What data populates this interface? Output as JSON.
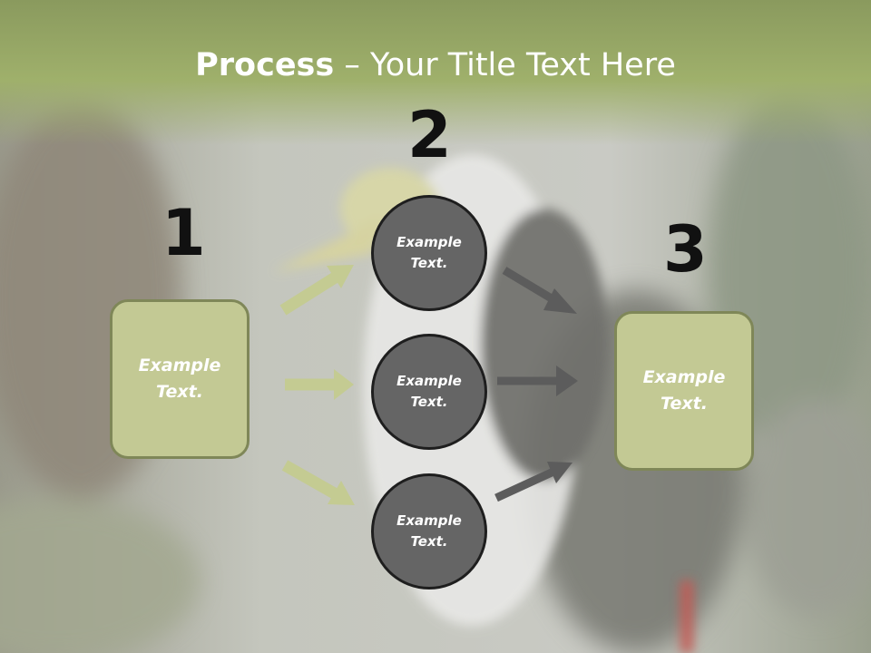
{
  "title": {
    "bold": "Process",
    "rest": " – Your Title Text Here"
  },
  "steps": [
    {
      "number": "1",
      "text": "Example\nText."
    },
    {
      "number": "2"
    },
    {
      "number": "3",
      "text": "Example\nText."
    }
  ],
  "circles": [
    {
      "text": "Example\nText."
    },
    {
      "text": "Example\nText."
    },
    {
      "text": "Example\nText."
    }
  ],
  "colors": {
    "box_fill": "#c3c994",
    "box_border": "#7f8758",
    "circle_fill": "#656565",
    "circle_border": "#1e1e1e",
    "green_arrow": "#c4cb92",
    "gray_arrow": "#5c5c5c",
    "header": "#9fb06b"
  },
  "background": "blurred photo of a white bird with a yellow beak"
}
